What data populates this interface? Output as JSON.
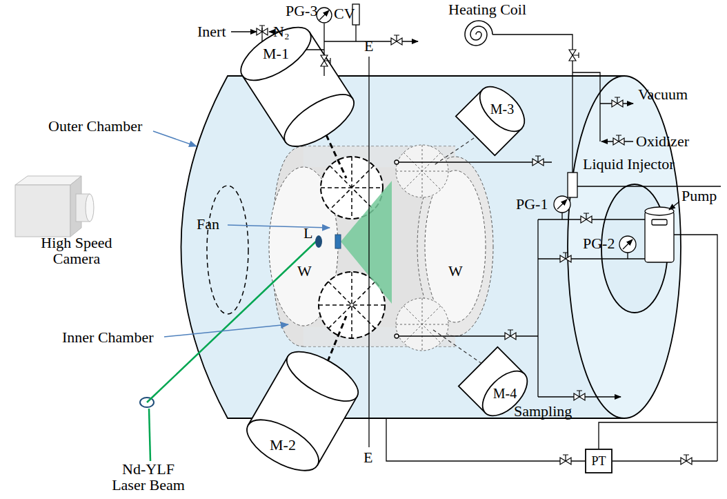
{
  "diagram": {
    "nodes": [
      {
        "text": [
          "M-1"
        ]
      },
      {
        "text": [
          "M-2"
        ]
      },
      {
        "text": [
          "M-3"
        ]
      },
      {
        "text": [
          "M-4"
        ]
      },
      {
        "text": [
          "PT"
        ]
      }
    ],
    "labels": [
      "Outer Chamber",
      "High Speed Camera",
      "Nd-YLF Laser Beam",
      "Fan",
      "L",
      "W",
      "W",
      "Inner Chamber",
      "E",
      "E",
      "PG-3",
      "CV",
      "Inert",
      "N₂",
      "Heating Coil",
      "Vacuum",
      "Oxidizer",
      "Liquid Injector",
      "PG-1",
      "Pump",
      "PG-2",
      "Sampling"
    ]
  }
}
